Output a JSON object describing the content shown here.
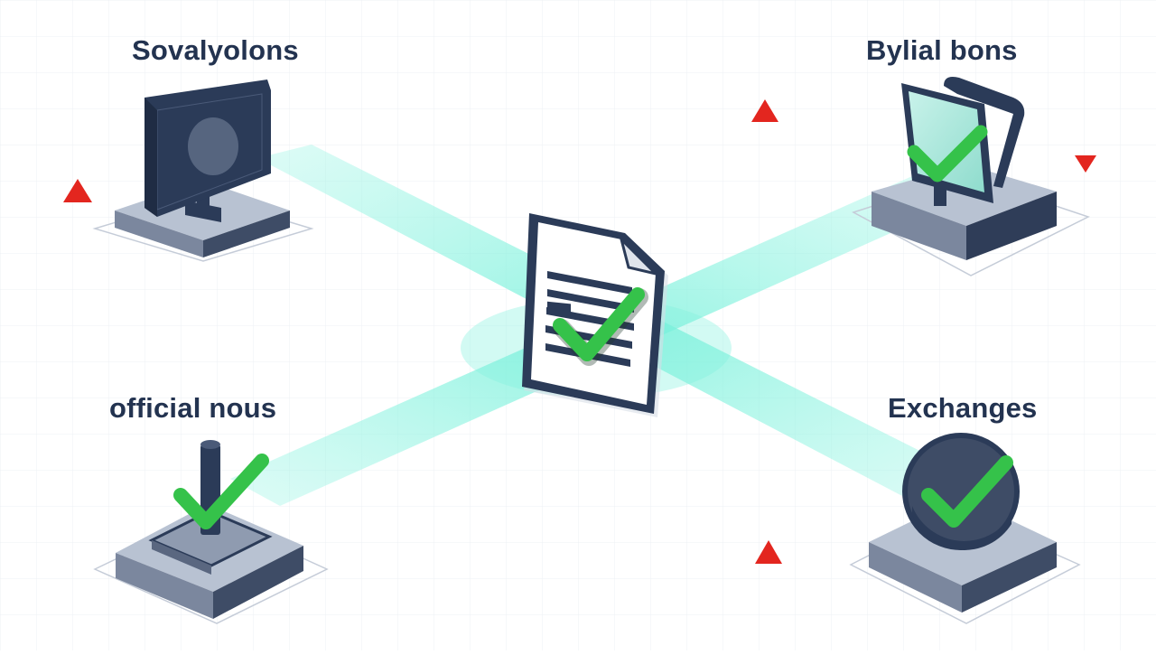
{
  "nodes": [
    {
      "label": "Sovalyolons",
      "icon": "monitor-icon",
      "status": "unchecked"
    },
    {
      "label": "Bylial bons",
      "icon": "monitor-check-icon",
      "status": "verified"
    },
    {
      "label": "official nous",
      "icon": "joystick-check-icon",
      "status": "verified"
    },
    {
      "label": "Exchanges",
      "icon": "circle-check-icon",
      "status": "verified"
    }
  ],
  "center": {
    "icon": "document-check-icon",
    "status": "verified"
  },
  "colors": {
    "label": "#233350",
    "icon_dark": "#2b3b58",
    "platform_top": "#b8c2d2",
    "platform_side": "#515f79",
    "beam": "#7ff0dc",
    "check": "#35c24a",
    "alert": "#e3261f",
    "screen_teal": "#a9e8dc"
  },
  "alerts": [
    "alert-triangle-icon",
    "alert-triangle-icon",
    "alert-triangle-down-icon",
    "alert-triangle-icon"
  ]
}
